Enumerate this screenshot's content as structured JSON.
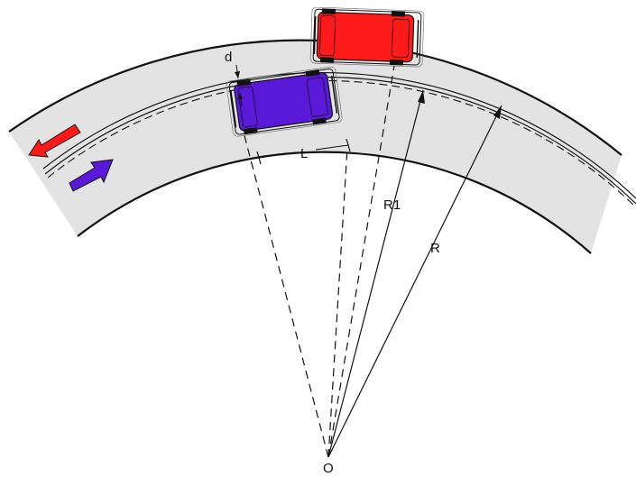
{
  "labels": {
    "d": "d",
    "L": "L",
    "R1": "R1",
    "R": "R",
    "O": "O"
  },
  "colors": {
    "road": "#e3e3e3",
    "edge": "#111111",
    "red_car": "#ff1a1a",
    "blue_car": "#5a18d8",
    "arrow_out": "#ff1a1a",
    "arrow_in": "#5a18d8"
  },
  "icons": {
    "arrow_out": "arrow-down-left-icon",
    "arrow_in": "arrow-up-right-icon"
  }
}
